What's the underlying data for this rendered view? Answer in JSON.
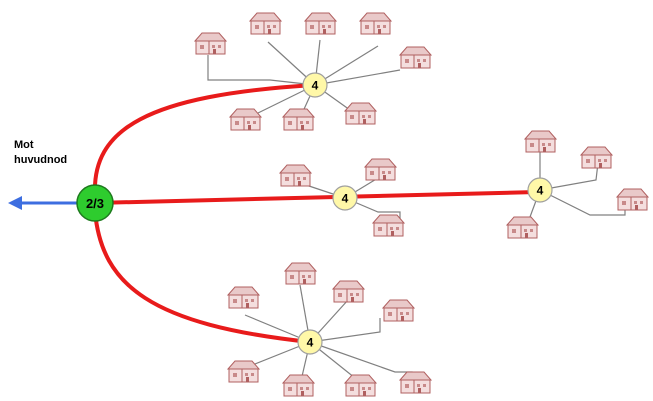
{
  "direction_label": {
    "line1": "Mot",
    "line2": "huvudnod"
  },
  "hub": {
    "label": "2/3",
    "color": "#2ecc2e"
  },
  "sub_nodes": [
    {
      "id": "top",
      "label": "4"
    },
    {
      "id": "middle",
      "label": "4"
    },
    {
      "id": "right",
      "label": "4"
    },
    {
      "id": "bottom",
      "label": "4"
    }
  ],
  "colors": {
    "trunk": "#e81b1b",
    "arrow": "#3d6ee0",
    "node_fill": "#fff8a8",
    "node_stroke": "#a0a0a0",
    "house_body": "#f4dede",
    "house_stroke": "#b06060",
    "drop_line": "#808080"
  },
  "icons": {
    "house": "house-icon"
  }
}
